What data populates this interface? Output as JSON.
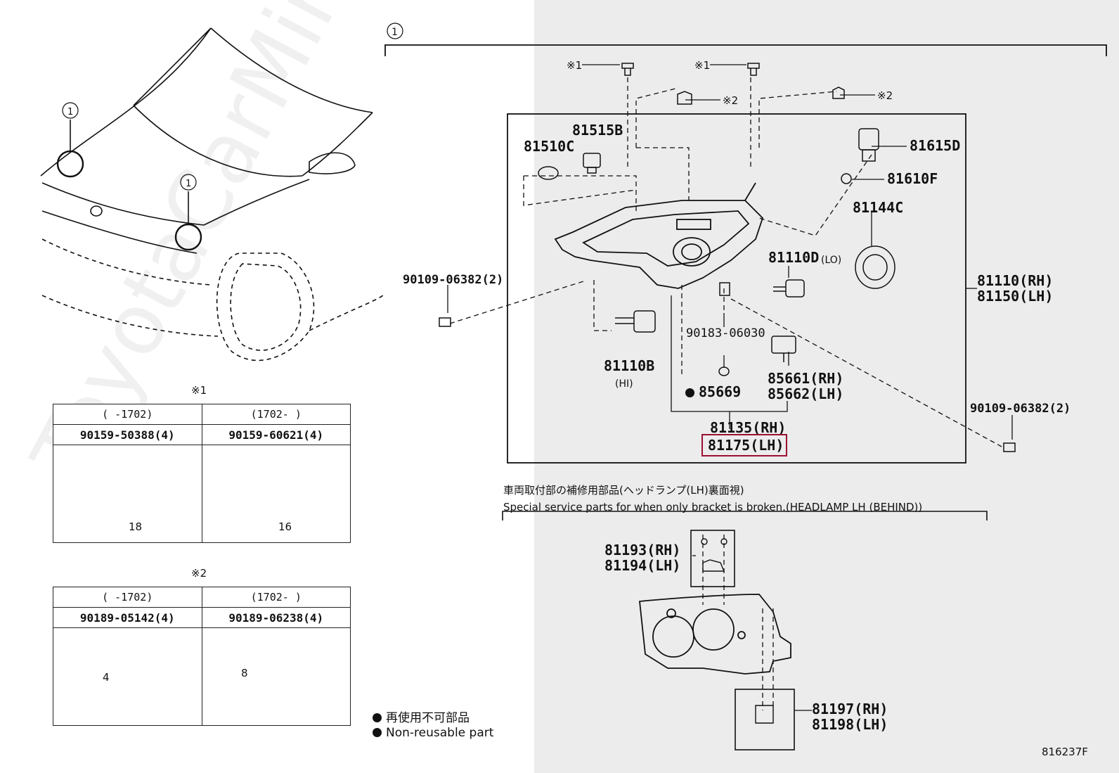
{
  "watermark": "ToyotaCarMine.ru",
  "group_ref": "1",
  "vehicle_refs": [
    "1",
    "1"
  ],
  "footnote_marks": {
    "screw": "※1",
    "clip": "※2"
  },
  "parts": {
    "p81510C": "81510C",
    "p81515B": "81515B",
    "p81615D": "81615D",
    "p81610F": "81610F",
    "p81144C": "81144C",
    "p81110D": "81110D",
    "p81110D_note": "(LO)",
    "p81110_rh": "81110(RH)",
    "p81150_lh": "81150(LH)",
    "p90109_left": "90109-06382(2)",
    "p90109_right": "90109-06382(2)",
    "p90183": "90183-06030",
    "p81110B": "81110B",
    "p81110B_note": "(HI)",
    "p85669": "85669",
    "p85661_rh": "85661(RH)",
    "p85662_lh": "85662(LH)",
    "p81135_rh": "81135(RH)",
    "p81175_lh": "81175(LH)",
    "p81193_rh": "81193(RH)",
    "p81194_lh": "81194(LH)",
    "p81197_rh": "81197(RH)",
    "p81198_lh": "81198(LH)"
  },
  "special_service": {
    "jp": "車両取付部の補修用部品(ヘッドランプ(LH)裏面視)",
    "en": "Special service parts for when only bracket is broken.(HEADLAMP LH (BEHIND))"
  },
  "table1": {
    "mark": "※1",
    "ranges": [
      "(      -1702)",
      "(1702-      )"
    ],
    "part_numbers": [
      "90159-50388(4)",
      "90159-60621(4)"
    ],
    "dims": [
      "18",
      "16"
    ]
  },
  "table2": {
    "mark": "※2",
    "ranges": [
      "(      -1702)",
      "(1702-      )"
    ],
    "part_numbers": [
      "90189-05142(4)",
      "90189-06238(4)"
    ],
    "dims": [
      "4",
      "8"
    ]
  },
  "legend": {
    "jp": "再使用不可部品",
    "en": "Non-reusable part"
  },
  "diagram_id": "816237F"
}
